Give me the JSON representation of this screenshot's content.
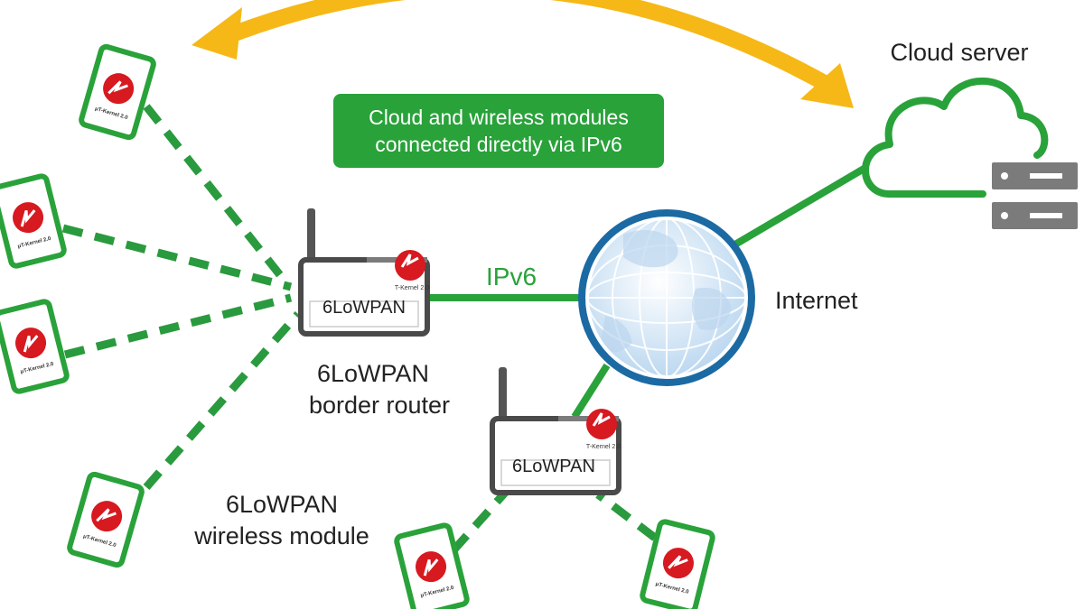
{
  "colors": {
    "green": "#29a23a",
    "link_dash": "#2a9a3e",
    "arrow": "#f6b817",
    "globe_ring": "#1c6aa3",
    "globe_fill": "#d6e8f6",
    "router_frame": "#4a4a4a",
    "badge_red": "#d71920",
    "server_gray": "#7b7b7b"
  },
  "labels": {
    "cloud_server": "Cloud server",
    "internet": "Internet",
    "ipv6": "IPv6",
    "callout_line1": "Cloud and wireless modules",
    "callout_line2": "connected directly via IPv6",
    "border_router_line1": "6LoWPAN",
    "border_router_line2": "border router",
    "wireless_module_line1": "6LoWPAN",
    "wireless_module_line2": "wireless module"
  },
  "routers": [
    {
      "id": "border",
      "screen_text": "6LoWPAN",
      "badge_text": "T-Kernel 2.0"
    },
    {
      "id": "secondary",
      "screen_text": "6LoWPAN",
      "badge_text": "T-Kernel 2.0"
    }
  ],
  "module_badge_text": "μT-Kernel 2.0",
  "icons": {
    "cloud": "cloud-icon",
    "server": "server-icon",
    "globe": "globe-icon",
    "arrow": "double-headed-arrow-icon",
    "module": "wireless-module-card-icon",
    "router": "router-device-icon"
  }
}
